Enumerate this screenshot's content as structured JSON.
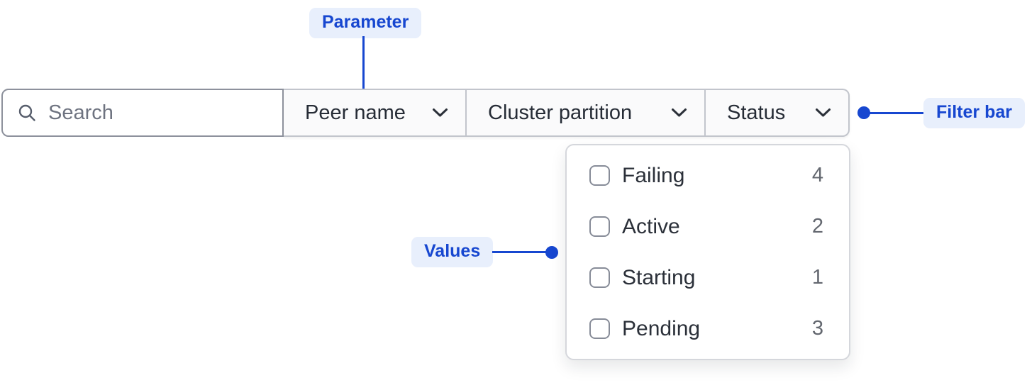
{
  "annotations": {
    "parameter": {
      "label": "Parameter"
    },
    "filter_bar": {
      "label": "Filter bar"
    },
    "values": {
      "label": "Values"
    }
  },
  "filter_bar": {
    "search": {
      "placeholder": "Search",
      "icon": "search-icon"
    },
    "parameters": [
      {
        "label": "Peer name",
        "icon": "chevron-down-icon"
      },
      {
        "label": "Cluster partition",
        "icon": "chevron-down-icon"
      },
      {
        "label": "Status",
        "icon": "chevron-down-icon"
      }
    ]
  },
  "values_dropdown": {
    "options": [
      {
        "label": "Failing",
        "count": "4",
        "checked": false
      },
      {
        "label": "Active",
        "count": "2",
        "checked": false
      },
      {
        "label": "Starting",
        "count": "1",
        "checked": false
      },
      {
        "label": "Pending",
        "count": "3",
        "checked": false
      }
    ]
  },
  "colors": {
    "annotation_blue": "#1747d0",
    "annotation_badge_bg": "#e8effc",
    "text_dark": "#262c36",
    "text_muted": "#63676f",
    "input_border": "#8d919c",
    "group_border": "#c2c5cc",
    "group_bg": "#fafafb",
    "panel_border": "#d5d7dc",
    "checkbox_border": "#878c98"
  }
}
